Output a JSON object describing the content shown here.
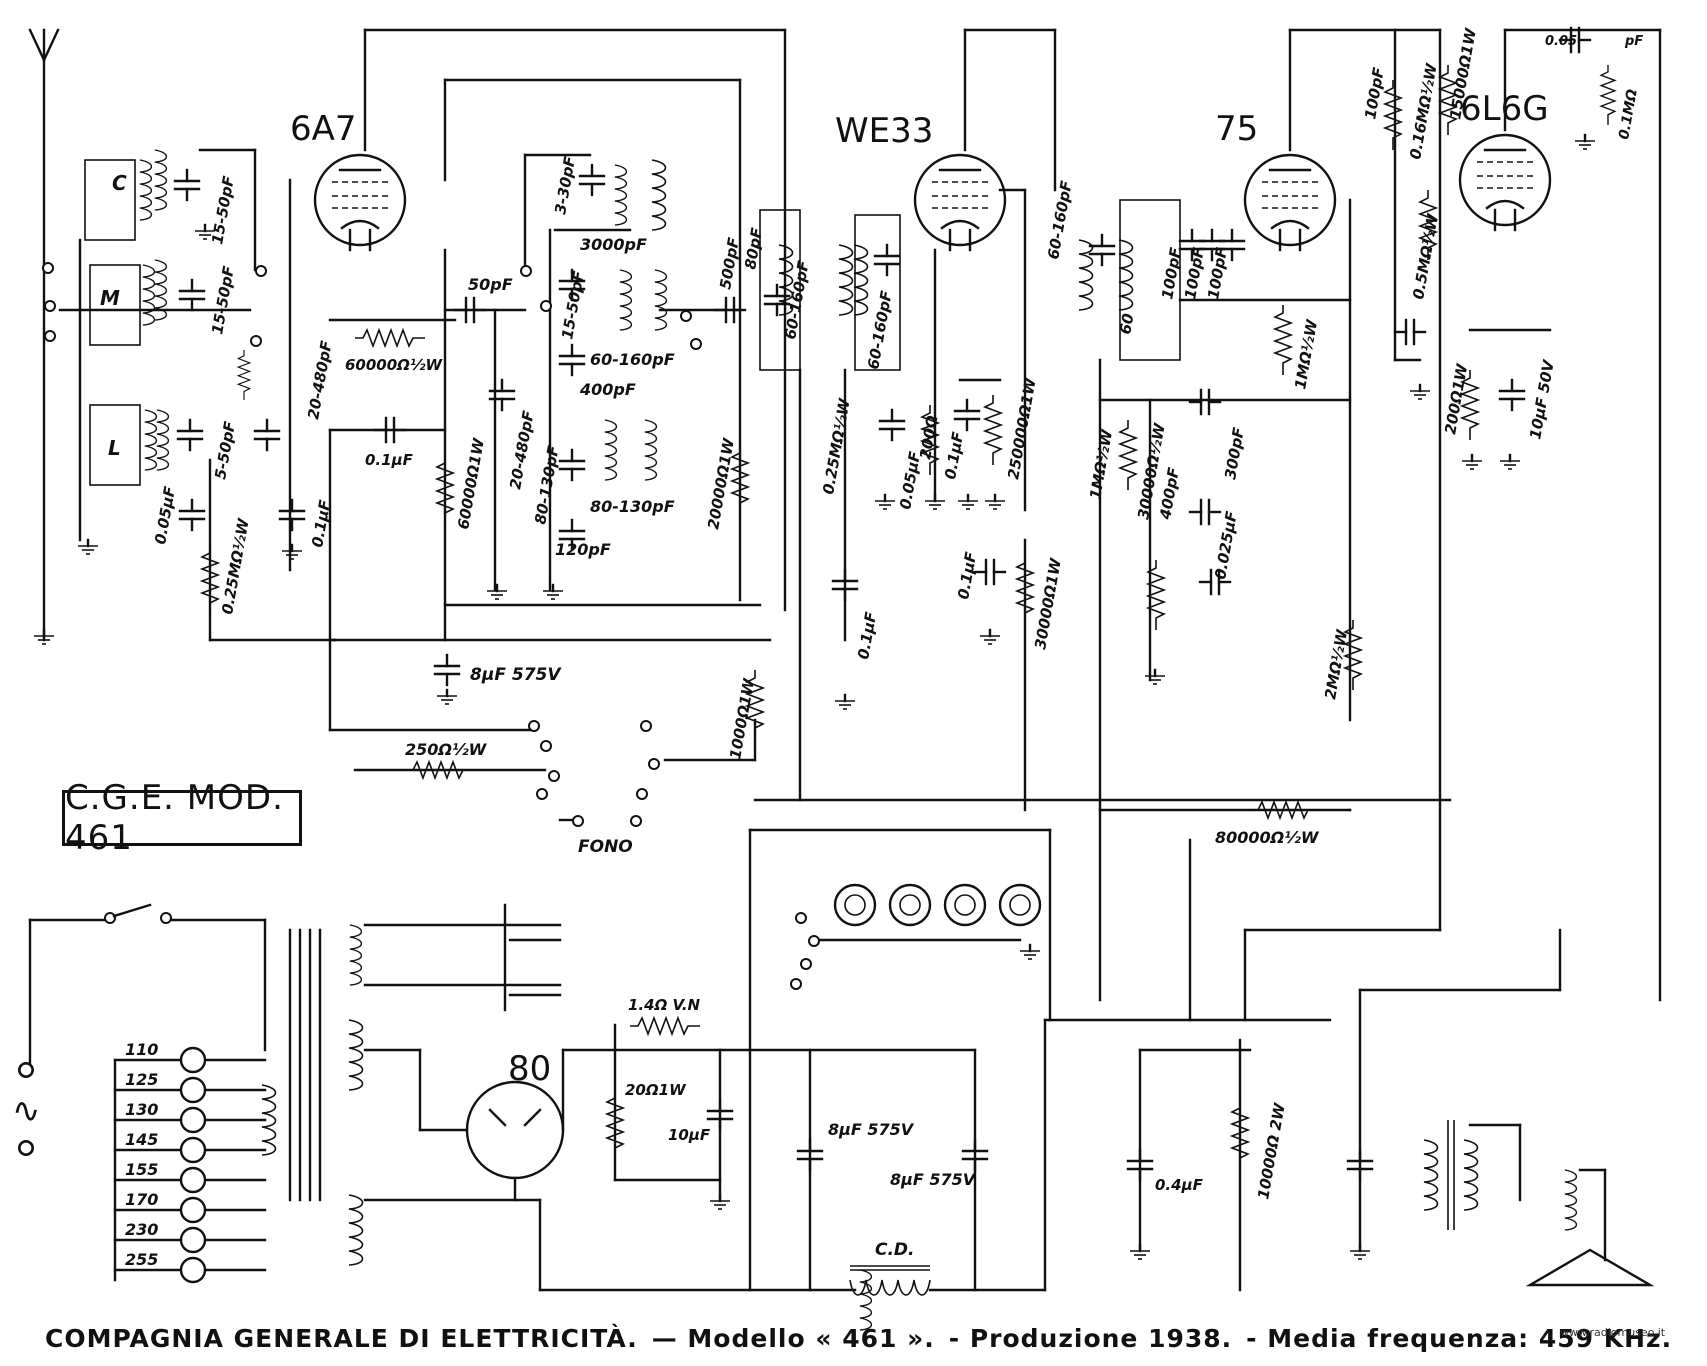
{
  "tubes": {
    "t1": "6A7",
    "t2": "WE33",
    "t3": "75",
    "t4": "6L6G",
    "rect": "80"
  },
  "coils": {
    "c": "C",
    "m": "M",
    "l": "L"
  },
  "labels": {
    "c15_50": "15-50pF",
    "c15_50b": "15-50pF",
    "c5_50": "5-50pF",
    "c20_480a": "20-480pF",
    "r60000": "60000Ω½W",
    "c01": "0.1μF",
    "c01b": "0.1μF",
    "c005": "0.05μF",
    "r025": "0.25MΩ½W",
    "c50": "50pF",
    "c20_480b": "20-480pF",
    "r60000_1w": "60000Ω1W",
    "c3_30": "3-30pF",
    "c3000": "3000pF",
    "c15_50c": "15-50pF",
    "c60_160": "60-160pF",
    "c400": "400pF",
    "c80_130a": "80-130pF",
    "c80_130b": "80-130pF",
    "c120": "120pF",
    "r20000": "20000Ω1W",
    "c500": "500pF",
    "c80": "80pF",
    "c60_160b": "60-160pF",
    "c60_160c": "60-160pF",
    "r025b": "0.25MΩ½W",
    "c005b": "0.05μF",
    "r200": "200Ω",
    "c01c": "0.1μF",
    "r250000": "250000Ω1W",
    "c01d": "0.1μF",
    "c8_575": "8μF 575V",
    "r250": "250Ω½W",
    "r1000": "1000Ω1W",
    "c60_160d": "60-160pF",
    "r1m": "1MΩ½W",
    "r30000": "30000Ω½W",
    "c100a": "100pF",
    "c100b": "100pF",
    "c100c": "100pF",
    "c60": "60",
    "r1m_b": "1MΩ½W",
    "c300": "300pF",
    "c400b": "400pF",
    "c0025": "0.025μF",
    "r30000_1w": "30000Ω1W",
    "c01e": "0.1μF",
    "r2m": "2MΩ½W",
    "r80000": "80000Ω½W",
    "c100d": "100pF",
    "r016": "0.16MΩ½W",
    "r15000": "15000Ω1W",
    "r05": "0.5MΩ½W",
    "c005c": "0.05",
    "cpf": "pF",
    "r01m": "0.1MΩ",
    "r200b": "200Ω1W",
    "c10_50": "10μF 50V",
    "fono": "FONO",
    "r14": "1.4Ω V.N",
    "r20": "20Ω1W",
    "c10": "10μF",
    "c8a": "8μF 575V",
    "c8b": "8μF 575V",
    "cd": "C.D.",
    "r10000": "10000Ω 2W",
    "c04": "0.4μF",
    "tap110": "110",
    "tap125": "125",
    "tap130": "130",
    "tap145": "145",
    "tap155": "155",
    "tap170": "170",
    "tap230": "230",
    "tap255": "255"
  },
  "model_box": "C.G.E. MOD. 461",
  "footer": {
    "maker": "COMPAGNIA GENERALE DI ELETTRICITÀ.",
    "model": "— Modello « 461 ».",
    "year": "- Produzione 1938.",
    "if": "- Media frequenza: 459 KHz."
  },
  "watermark": "www.radiomuseo.it"
}
